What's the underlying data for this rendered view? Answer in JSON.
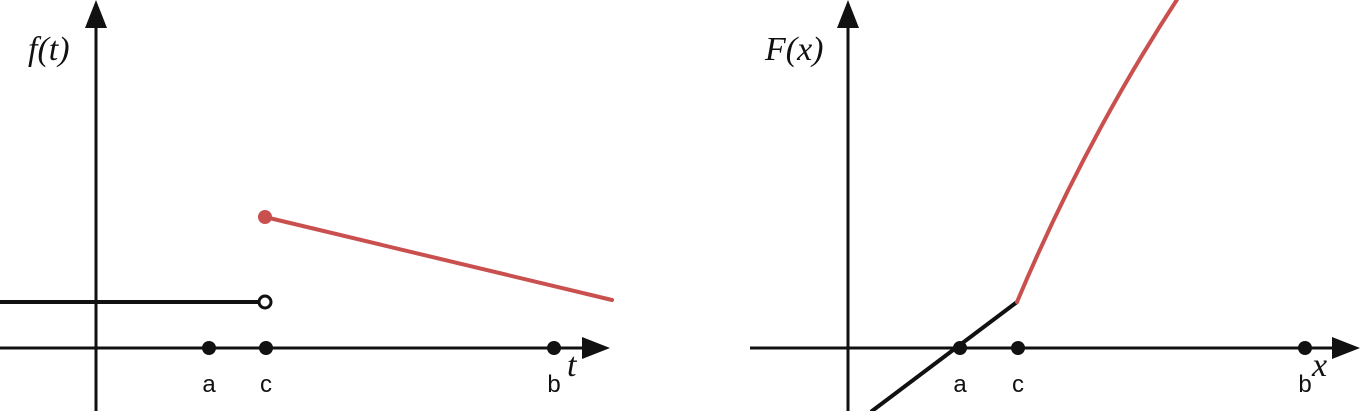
{
  "left_plot": {
    "y_label": "f(t)",
    "x_label": "t",
    "points": [
      "a",
      "c",
      "b"
    ]
  },
  "right_plot": {
    "y_label": "F(x)",
    "x_label": "x",
    "points": [
      "a",
      "c",
      "b"
    ]
  },
  "colors": {
    "axis": "#111111",
    "highlight": "#c9504f"
  }
}
